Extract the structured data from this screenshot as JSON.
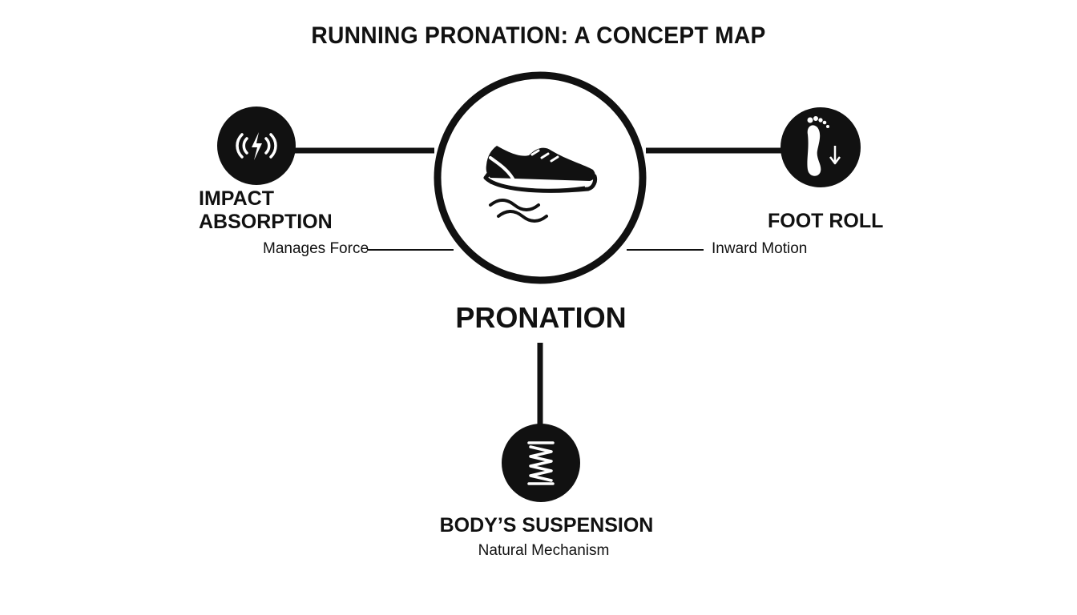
{
  "title": "RUNNING PRONATION: A CONCEPT MAP",
  "center": {
    "label": "PRONATION",
    "icon": "running-shoe-icon"
  },
  "nodes": {
    "impact_absorption": {
      "label": "IMPACT ABSORPTION",
      "sublabel": "Manages Force",
      "icon": "impact-lightning-icon"
    },
    "foot_roll": {
      "label": "FOOT ROLL",
      "sublabel": "Inward Motion",
      "icon": "footprint-arrow-icon"
    },
    "body_suspension": {
      "label": "BODY’S SUSPENSION",
      "sublabel": "Natural Mechanism",
      "icon": "spring-icon"
    }
  },
  "colors": {
    "ink": "#111111",
    "background": "#ffffff"
  }
}
